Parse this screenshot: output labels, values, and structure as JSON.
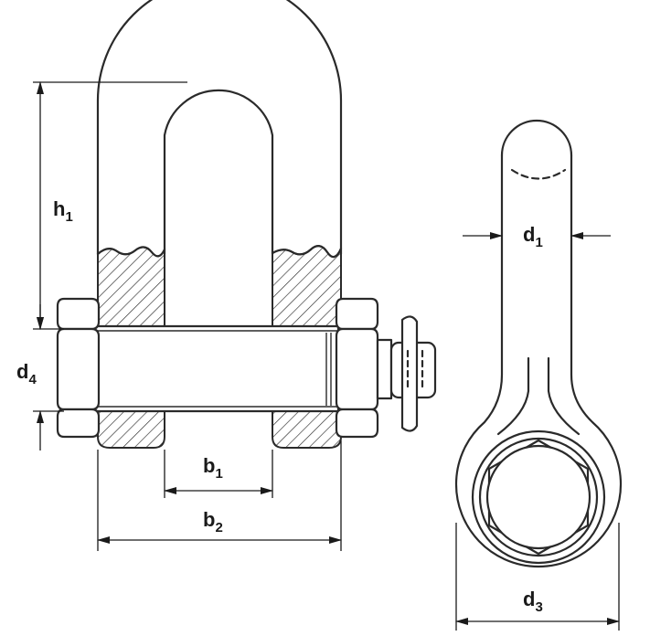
{
  "labels": {
    "h": {
      "main": "h",
      "sub": "1"
    },
    "d4": {
      "main": "d",
      "sub": "4"
    },
    "b1": {
      "main": "b",
      "sub": "1"
    },
    "b2": {
      "main": "b",
      "sub": "2"
    },
    "d1": {
      "main": "d",
      "sub": "1"
    },
    "d3": {
      "main": "d",
      "sub": "3"
    }
  },
  "colors": {
    "line": "#2a2a2a",
    "background": "#ffffff"
  }
}
